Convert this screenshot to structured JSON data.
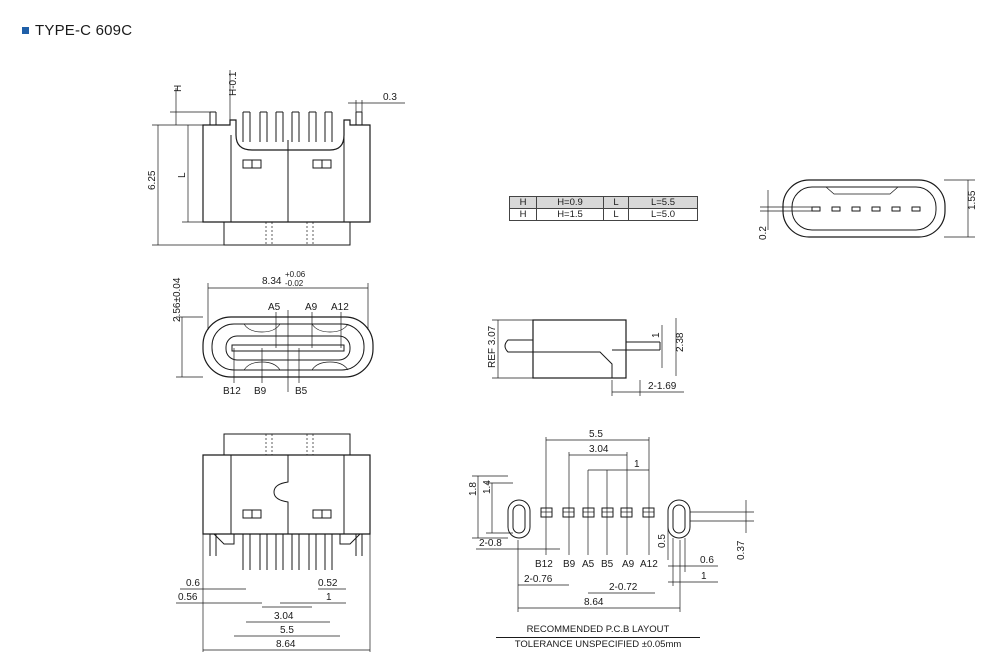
{
  "title": "TYPE-C 609C",
  "accent_color": "#1f5fa8",
  "spec_table": {
    "rows": [
      [
        "H",
        "H=0.9",
        "L",
        "L=5.5"
      ],
      [
        "H",
        "H=1.5",
        "L",
        "L=5.0"
      ]
    ]
  },
  "side_view": {
    "dims": [
      "H",
      "H-0.1",
      "0.3",
      "6.25",
      "L"
    ]
  },
  "front_view": {
    "dims": [
      "8.34",
      "+0.06",
      "-0.02",
      "2.56±0.04"
    ],
    "pins_top": [
      "A5",
      "A9",
      "A12"
    ],
    "pins_bottom": [
      "B12",
      "B9",
      "B5"
    ]
  },
  "bottom_view": {
    "dims": [
      "0.6",
      "0.56",
      "0.52",
      "1",
      "3.04",
      "5.5",
      "8.64"
    ]
  },
  "profile_view": {
    "dims": [
      "REF 3.07",
      "1",
      "2.38",
      "2-1.69"
    ]
  },
  "end_view": {
    "dims": [
      "1.55",
      "0.2"
    ]
  },
  "pcb_layout": {
    "dims": [
      "5.5",
      "3.04",
      "1",
      "1.8",
      "1.4",
      "2-0.8",
      "0.5",
      "0.37",
      "0.6",
      "1",
      "2-0.76",
      "2-0.72",
      "8.64"
    ],
    "pins": [
      "B12",
      "B9",
      "A5",
      "B5",
      "A9",
      "A12"
    ]
  },
  "notes": {
    "line1": "RECOMMENDED P.C.B LAYOUT",
    "line2": "TOLERANCE UNSPECIFIED ±0.05mm"
  }
}
